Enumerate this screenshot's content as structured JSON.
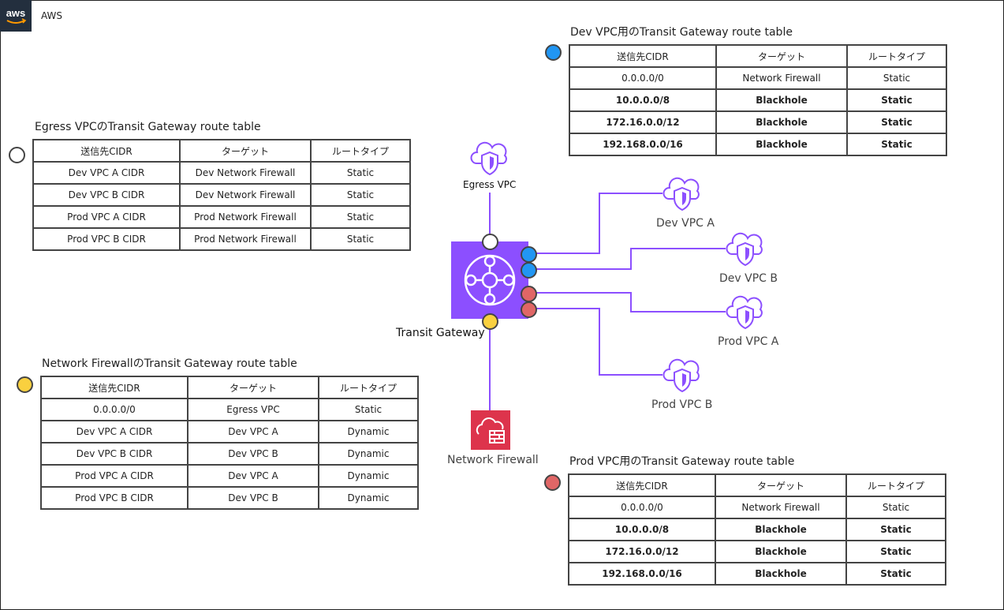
{
  "header": {
    "provider_label": "AWS",
    "logo_text": "aws"
  },
  "colors": {
    "purple": "#8c4fff",
    "tgw_bg": "#8c4fff",
    "firewall_bg": "#dd344c",
    "blue": "#2196f3",
    "red": "#e06666",
    "yellow": "#f9d03f",
    "white": "#ffffff"
  },
  "nodes": {
    "egress_vpc": "Egress VPC",
    "transit_gateway": "Transit Gateway",
    "network_firewall": "Network Firewall",
    "dev_vpc_a": "Dev VPC A",
    "dev_vpc_b": "Dev VPC B",
    "prod_vpc_a": "Prod VPC A",
    "prod_vpc_b": "Prod VPC B"
  },
  "tables": {
    "egress": {
      "title": "Egress VPCのTransit Gateway route table",
      "headers": [
        "送信先CIDR",
        "ターゲット",
        "ルートタイプ"
      ],
      "rows": [
        [
          "Dev VPC A CIDR",
          "Dev Network Firewall",
          "Static"
        ],
        [
          "Dev VPC B CIDR",
          "Dev Network Firewall",
          "Static"
        ],
        [
          "Prod VPC A CIDR",
          "Prod Network Firewall",
          "Static"
        ],
        [
          "Prod VPC B CIDR",
          "Prod Network Firewall",
          "Static"
        ]
      ]
    },
    "firewall": {
      "title": "Network FirewallのTransit Gateway route table",
      "headers": [
        "送信先CIDR",
        "ターゲット",
        "ルートタイプ"
      ],
      "rows": [
        [
          "0.0.0.0/0",
          "Egress VPC",
          "Static"
        ],
        [
          "Dev VPC A CIDR",
          "Dev VPC A",
          "Dynamic"
        ],
        [
          "Dev VPC B CIDR",
          "Dev VPC B",
          "Dynamic"
        ],
        [
          "Prod VPC A CIDR",
          "Dev VPC A",
          "Dynamic"
        ],
        [
          "Prod VPC B CIDR",
          "Dev VPC B",
          "Dynamic"
        ]
      ]
    },
    "dev": {
      "title": "Dev VPC用のTransit Gateway route table",
      "headers": [
        "送信先CIDR",
        "ターゲット",
        "ルートタイプ"
      ],
      "rows": [
        [
          "0.0.0.0/0",
          "Network Firewall",
          "Static"
        ],
        [
          "10.0.0.0/8",
          "Blackhole",
          "Static"
        ],
        [
          "172.16.0.0/12",
          "Blackhole",
          "Static"
        ],
        [
          "192.168.0.0/16",
          "Blackhole",
          "Static"
        ]
      ]
    },
    "prod": {
      "title": "Prod VPC用のTransit Gateway route table",
      "headers": [
        "送信先CIDR",
        "ターゲット",
        "ルートタイプ"
      ],
      "rows": [
        [
          "0.0.0.0/0",
          "Network Firewall",
          "Static"
        ],
        [
          "10.0.0.0/8",
          "Blackhole",
          "Static"
        ],
        [
          "172.16.0.0/12",
          "Blackhole",
          "Static"
        ],
        [
          "192.168.0.0/16",
          "Blackhole",
          "Static"
        ]
      ]
    }
  }
}
